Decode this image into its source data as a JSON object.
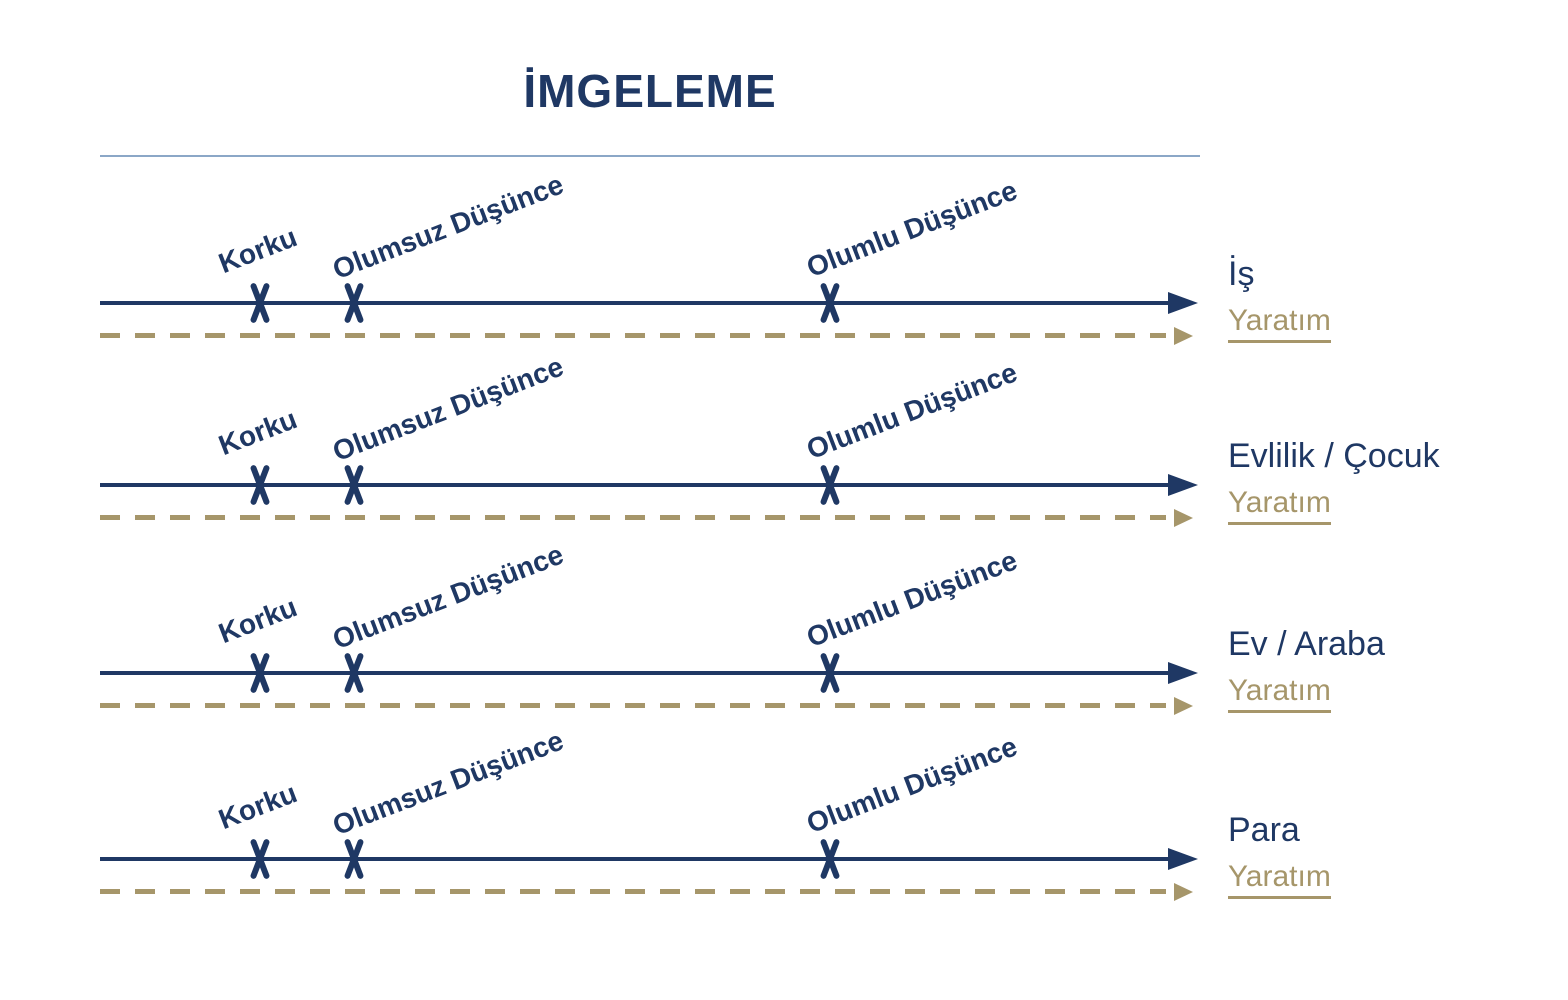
{
  "title": "İMGELEME",
  "colors": {
    "navy": "#1f3864",
    "gold": "#a6966a",
    "separator": "#8ba7c7"
  },
  "rows": [
    {
      "topic": "İş",
      "creation": "Yaratım",
      "markers": [
        "Korku",
        "Olumsuz Düşünce",
        "Olumlu Düşünce"
      ]
    },
    {
      "topic": "Evlilik / Çocuk",
      "creation": "Yaratım",
      "markers": [
        "Korku",
        "Olumsuz Düşünce",
        "Olumlu Düşünce"
      ]
    },
    {
      "topic": "Ev / Araba",
      "creation": "Yaratım",
      "markers": [
        "Korku",
        "Olumsuz Düşünce",
        "Olumlu Düşünce"
      ]
    },
    {
      "topic": "Para",
      "creation": "Yaratım",
      "markers": [
        "Korku",
        "Olumsuz Düşünce",
        "Olumlu Düşünce"
      ]
    }
  ]
}
